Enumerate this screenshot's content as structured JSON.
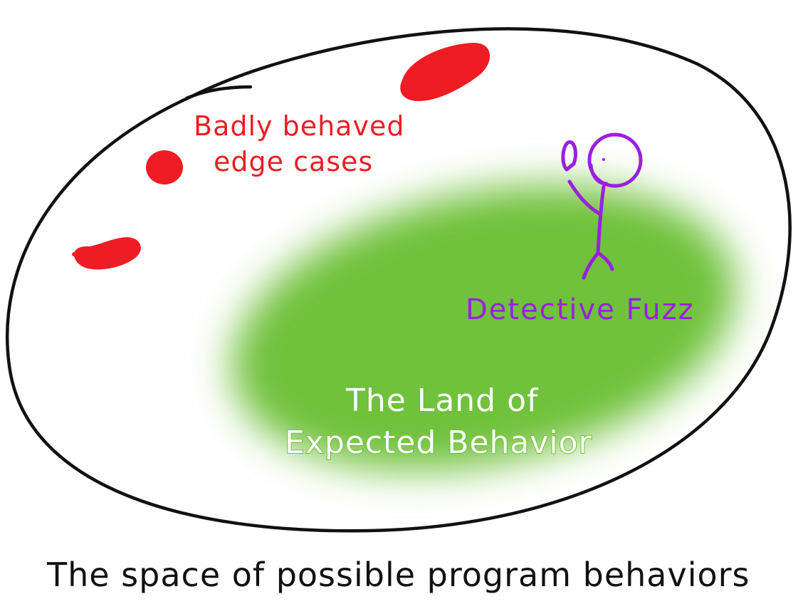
{
  "labels": {
    "edge_cases_line1": "Badly behaved",
    "edge_cases_line2": "edge cases",
    "detective": "Detective Fuzz",
    "land_line1": "The Land of",
    "land_line2": "Expected Behavior",
    "caption": "The space of possible program behaviors"
  },
  "colors": {
    "outline": "#111111",
    "edge_case_red": "#ee1c25",
    "detective_purple": "#9b1fe0",
    "land_green": "#6fc13a",
    "background": "#ffffff"
  }
}
